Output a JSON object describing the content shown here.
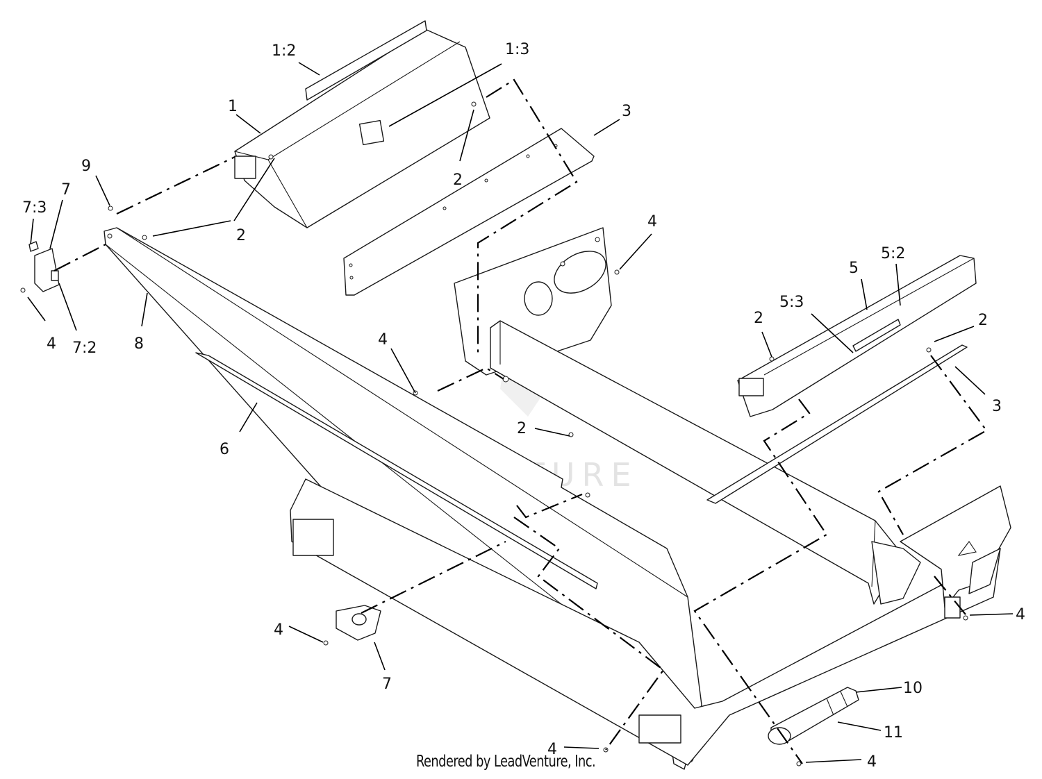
{
  "callouts": {
    "c1": "1",
    "c1_2": "1:2",
    "c1_3": "1:3",
    "c2_top": "2",
    "c2_left": "2",
    "c2_mid": "2",
    "c2_right_a": "2",
    "c2_right_b": "2",
    "c3_top": "3",
    "c3_right": "3",
    "c4_upper": "4",
    "c4_left": "4",
    "c4_mid": "4",
    "c4_lower_left": "4",
    "c4_bottom_mid": "4",
    "c4_bottom_right": "4",
    "c4_right": "4",
    "c5": "5",
    "c5_2": "5:2",
    "c5_3": "5:3",
    "c6": "6",
    "c7_left": "7",
    "c7_3": "7:3",
    "c7_2": "7:2",
    "c7_lower": "7",
    "c8": "8",
    "c9": "9",
    "c10": "10",
    "c11": "11"
  },
  "watermark": "LEADVENTURE",
  "footer": "Rendered by LeadVenture, Inc."
}
